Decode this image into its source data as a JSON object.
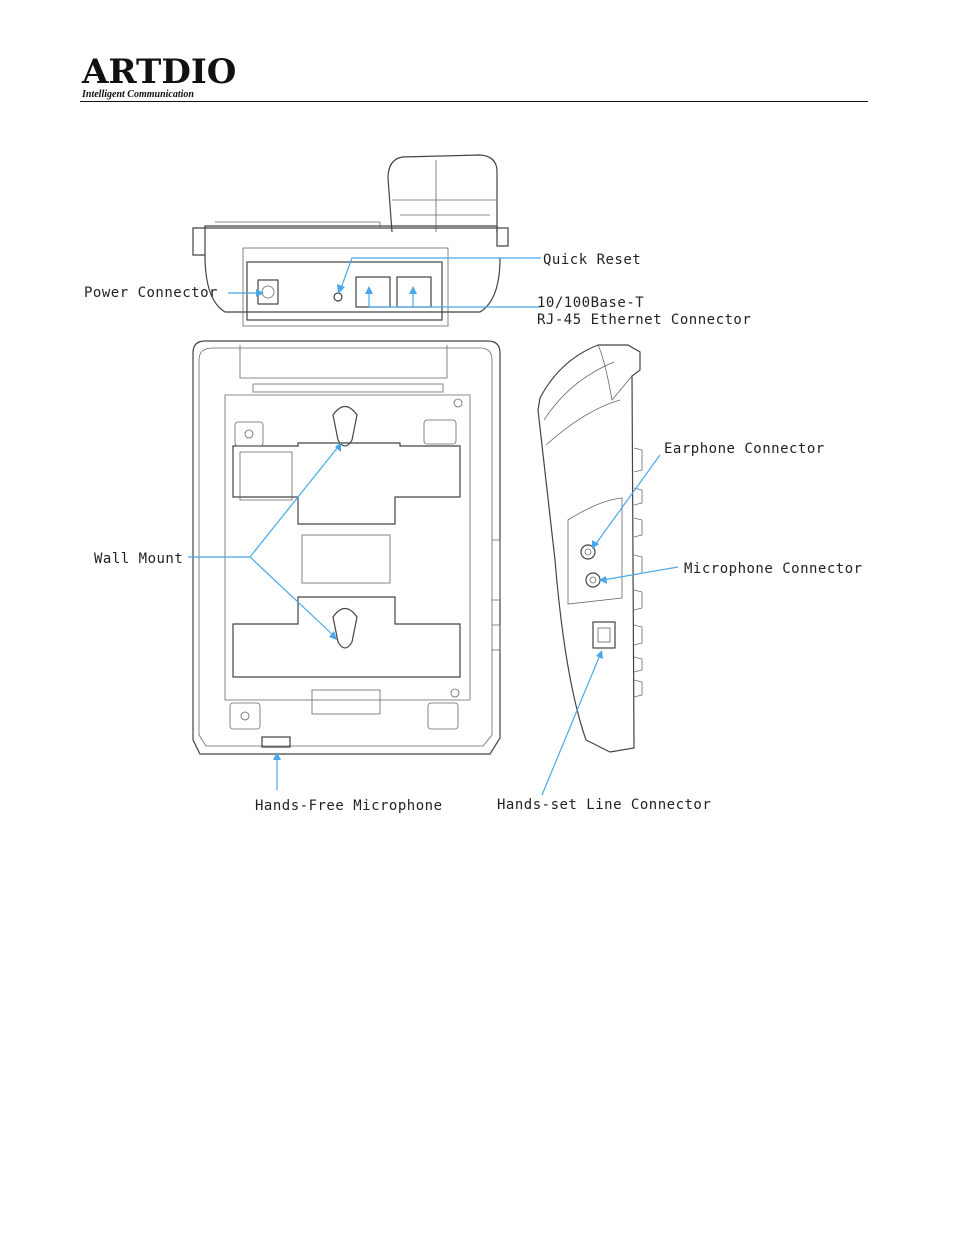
{
  "header": {
    "logo_text": "ARTDIO",
    "logo_tagline": "Intelligent Communication"
  },
  "callouts": {
    "quick_reset": "Quick Reset",
    "power_connector": "Power Connector",
    "ethernet_line1": "10/100Base-T",
    "ethernet_line2": "RJ-45 Ethernet Connector",
    "earphone_connector": "Earphone Connector",
    "wall_mount": "Wall Mount",
    "microphone_connector": "Microphone Connector",
    "hands_free_microphone": "Hands-Free Microphone",
    "handset_line_connector": "Hands-set Line Connector"
  },
  "colors": {
    "leader_line": "#4aa8e8",
    "drawing": "#444444"
  }
}
